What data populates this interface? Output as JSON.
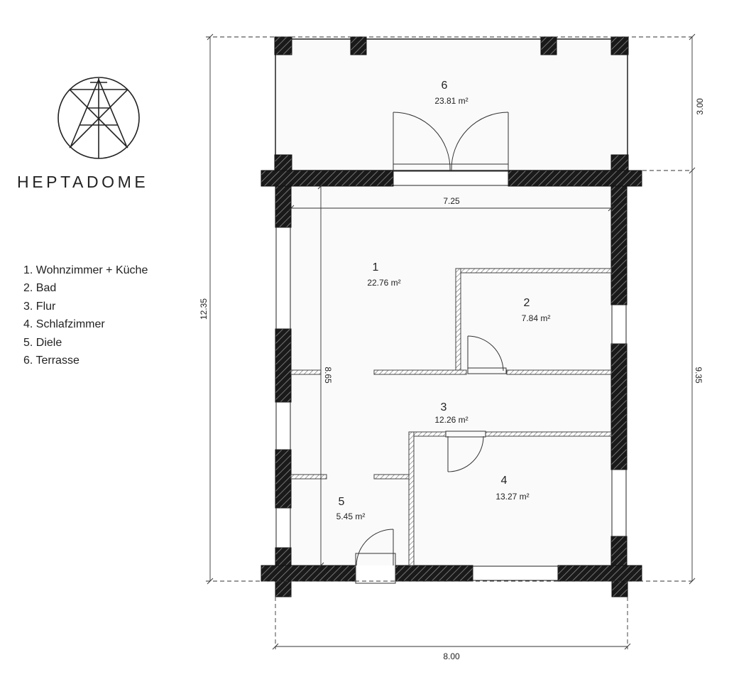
{
  "brand": {
    "name": "HEPTADOME",
    "logo_icon": "heptadome-logo-icon"
  },
  "legend": [
    "1. Wohnzimmer + Küche",
    "2. Bad",
    "3. Flur",
    "4. Schlafzimmer",
    "5. Diele",
    "6. Terrasse"
  ],
  "rooms": [
    {
      "number": "1",
      "area": "22.76 m²"
    },
    {
      "number": "2",
      "area": "7.84 m²"
    },
    {
      "number": "3",
      "area": "12.26 m²"
    },
    {
      "number": "4",
      "area": "13.27 m²"
    },
    {
      "number": "5",
      "area": "5.45 m²"
    },
    {
      "number": "6",
      "area": "23.81 m²"
    }
  ],
  "dimensions": {
    "total_width": "8.00",
    "inner_width": "7.25",
    "total_height": "12.35",
    "terrace_depth": "3.00",
    "house_depth": "9.35",
    "inner_height": "8.65"
  },
  "colors": {
    "wall": "#1a1a1a",
    "partition": "#555555",
    "floor": "#fafafa",
    "line": "#222222"
  }
}
